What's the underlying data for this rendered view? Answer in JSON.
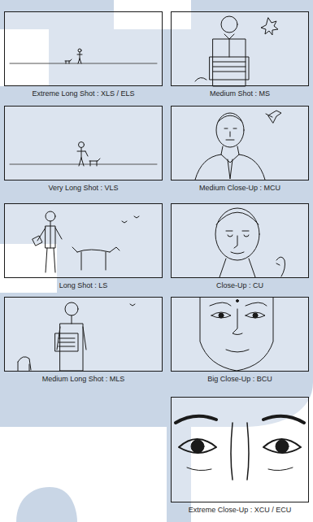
{
  "diagram": {
    "nodes": [
      {
        "text": [
          "Extreme Long Shot : XLS / ELS"
        ]
      },
      {
        "text": [
          "Very Long Shot : VLS"
        ]
      },
      {
        "text": [
          "Long Shot : LS"
        ]
      },
      {
        "text": [
          "Medium Long Shot : MLS"
        ]
      },
      {
        "text": [
          "Medium Shot : MS"
        ]
      },
      {
        "text": [
          "Medium Close-Up : MCU"
        ]
      },
      {
        "text": [
          "Close-Up : CU"
        ]
      },
      {
        "text": [
          "Big Close-Up : BCU"
        ]
      },
      {
        "text": [
          "Extreme Close-Up : XCU / ECU"
        ]
      }
    ]
  }
}
